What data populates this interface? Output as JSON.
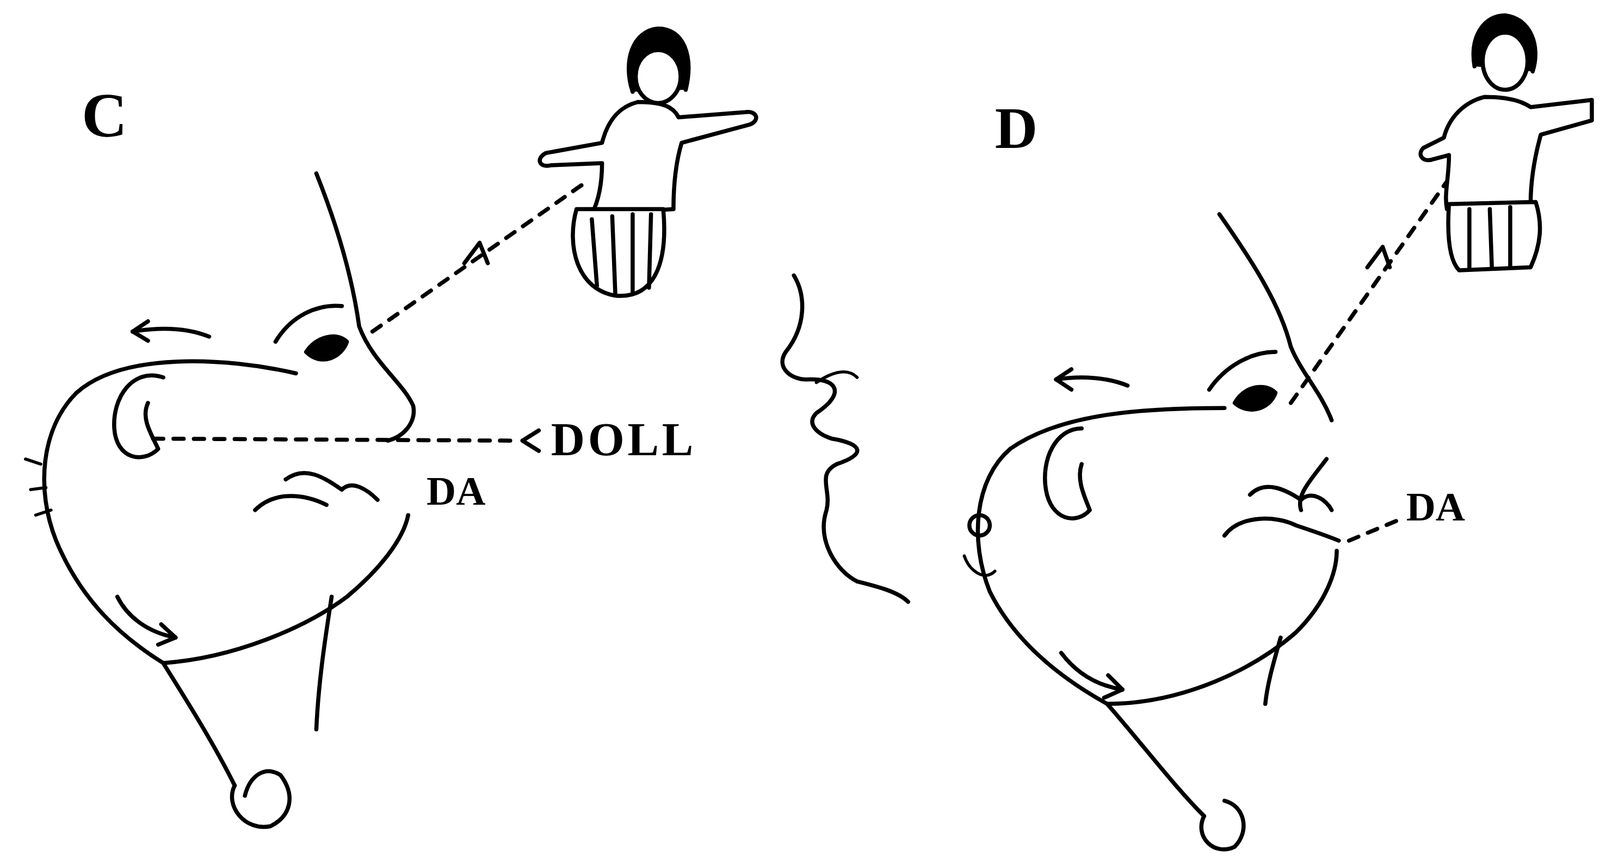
{
  "diagram": {
    "labels": [
      "C",
      "D",
      "DOLL",
      "DA",
      "DA"
    ]
  }
}
